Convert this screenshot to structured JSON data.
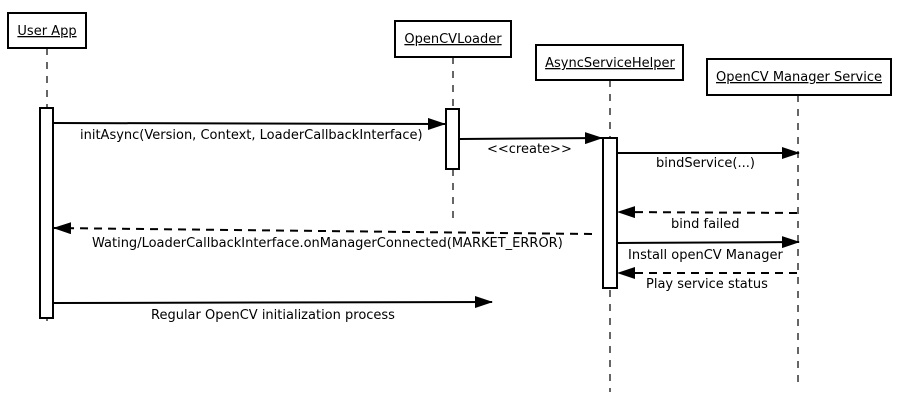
{
  "participants": [
    {
      "id": "user-app",
      "label": "User App"
    },
    {
      "id": "opencv-loader",
      "label": "OpenCVLoader"
    },
    {
      "id": "async-service-helper",
      "label": "AsyncServiceHelper"
    },
    {
      "id": "opencv-manager-service",
      "label": "OpenCV Manager Service"
    }
  ],
  "messages": [
    {
      "label": "initAsync(Version, Context, LoaderCallbackInterface)",
      "style": "solid"
    },
    {
      "label": "<<create>>",
      "style": "solid"
    },
    {
      "label": "bindService(...)",
      "style": "solid"
    },
    {
      "label": "bind failed",
      "style": "dashed"
    },
    {
      "label": "Wating/LoaderCallbackInterface.onManagerConnected(MARKET_ERROR)",
      "style": "dashed"
    },
    {
      "label": "Install openCV Manager",
      "style": "solid"
    },
    {
      "label": "Play service status",
      "style": "dashed"
    },
    {
      "label": "Regular OpenCV initialization process",
      "style": "solid"
    }
  ],
  "colors": {
    "stroke": "#000000",
    "background": "#ffffff"
  }
}
